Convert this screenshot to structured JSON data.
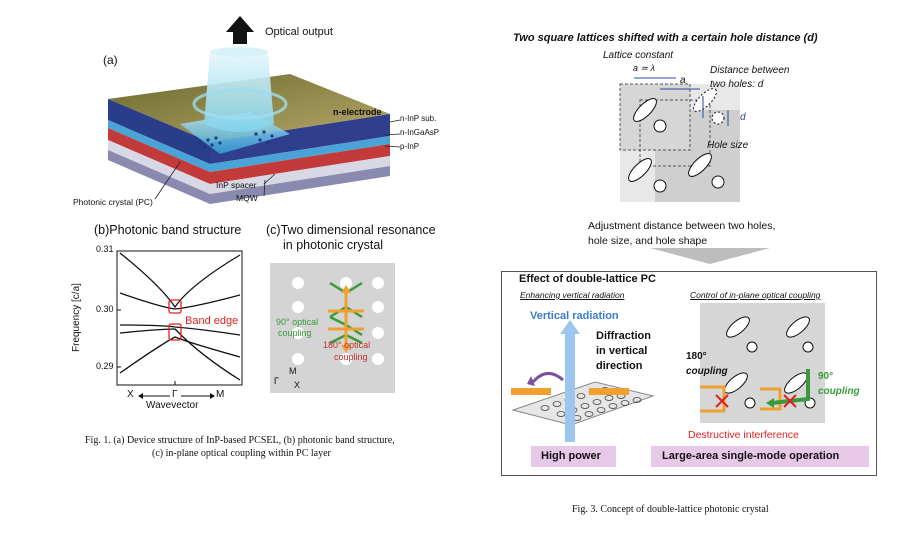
{
  "fig1": {
    "optical_output": "Optical output",
    "panel_a": "(a)",
    "layers": {
      "n_electrode": "n-electrode",
      "n_inp_sub": "n-InP sub.",
      "n_ingaasp": "n-InGaAsP",
      "p_inp": "p-InP",
      "photonic_crystal": "Photonic crystal (PC)",
      "inp_spacer": "InP spacer",
      "mqw": "MQW"
    },
    "panel_b_title": "(b)Photonic band structure",
    "panel_c_title_line1": "(c)Two dimensional resonance",
    "panel_c_title_line2": "in photonic crystal",
    "band_chart": {
      "ylabel": "Frequency [c/a]",
      "xlabel": "Wavevector",
      "yticks": [
        "0.31",
        "0.30",
        "0.29"
      ],
      "xticks": [
        "X",
        "Γ",
        "M"
      ],
      "band_edge": "Band edge"
    },
    "resonance": {
      "coupling_90_line1": "90° optical",
      "coupling_90_line2": "coupling",
      "coupling_180_line1": "180° optical",
      "coupling_180_line2": "coupling",
      "axis_gamma": "Γ",
      "axis_m": "M",
      "axis_x": "X"
    },
    "caption_line1": "Fig. 1.  (a) Device structure of InP-based PCSEL, (b) photonic band structure,",
    "caption_line2": "(c) in-plane optical coupling within PC layer"
  },
  "fig3": {
    "title": "Two square lattices shifted with a certain hole distance (d)",
    "lattice_constant": "Lattice constant",
    "a_approx": "a ≃ λ",
    "a": "a",
    "d": "d",
    "distance_line1": "Distance between",
    "distance_line2": "two holes: d",
    "hole_size": "Hole size",
    "adjust_line1": "Adjustment distance between two holes,",
    "adjust_line2": "hole size, and hole shape",
    "effect_title": "Effect of double-lattice PC",
    "sub_left": "Enhancing vertical radiation",
    "sub_right": "Control of in-plane optical coupling",
    "vertical_radiation": "Vertical radiation",
    "diffraction_line1": "Diffraction",
    "diffraction_line2": "in vertical",
    "diffraction_line3": "direction",
    "coupling_180_line1": "180°",
    "coupling_180_line2": "coupling",
    "coupling_90_line1": "90°",
    "coupling_90_line2": "coupling",
    "destructive": "Destructive interference",
    "high_power": "High power",
    "large_area": "Large-area single-mode operation",
    "caption": "Fig. 3.  Concept of double-lattice photonic crystal"
  },
  "colors": {
    "band_edge_red": "#e02020",
    "orange": "#f0a030",
    "green": "#3a9a3a",
    "blue": "#4a8fd0",
    "pink_box": "#e8c8e8",
    "dark_red": "#c0302a"
  }
}
